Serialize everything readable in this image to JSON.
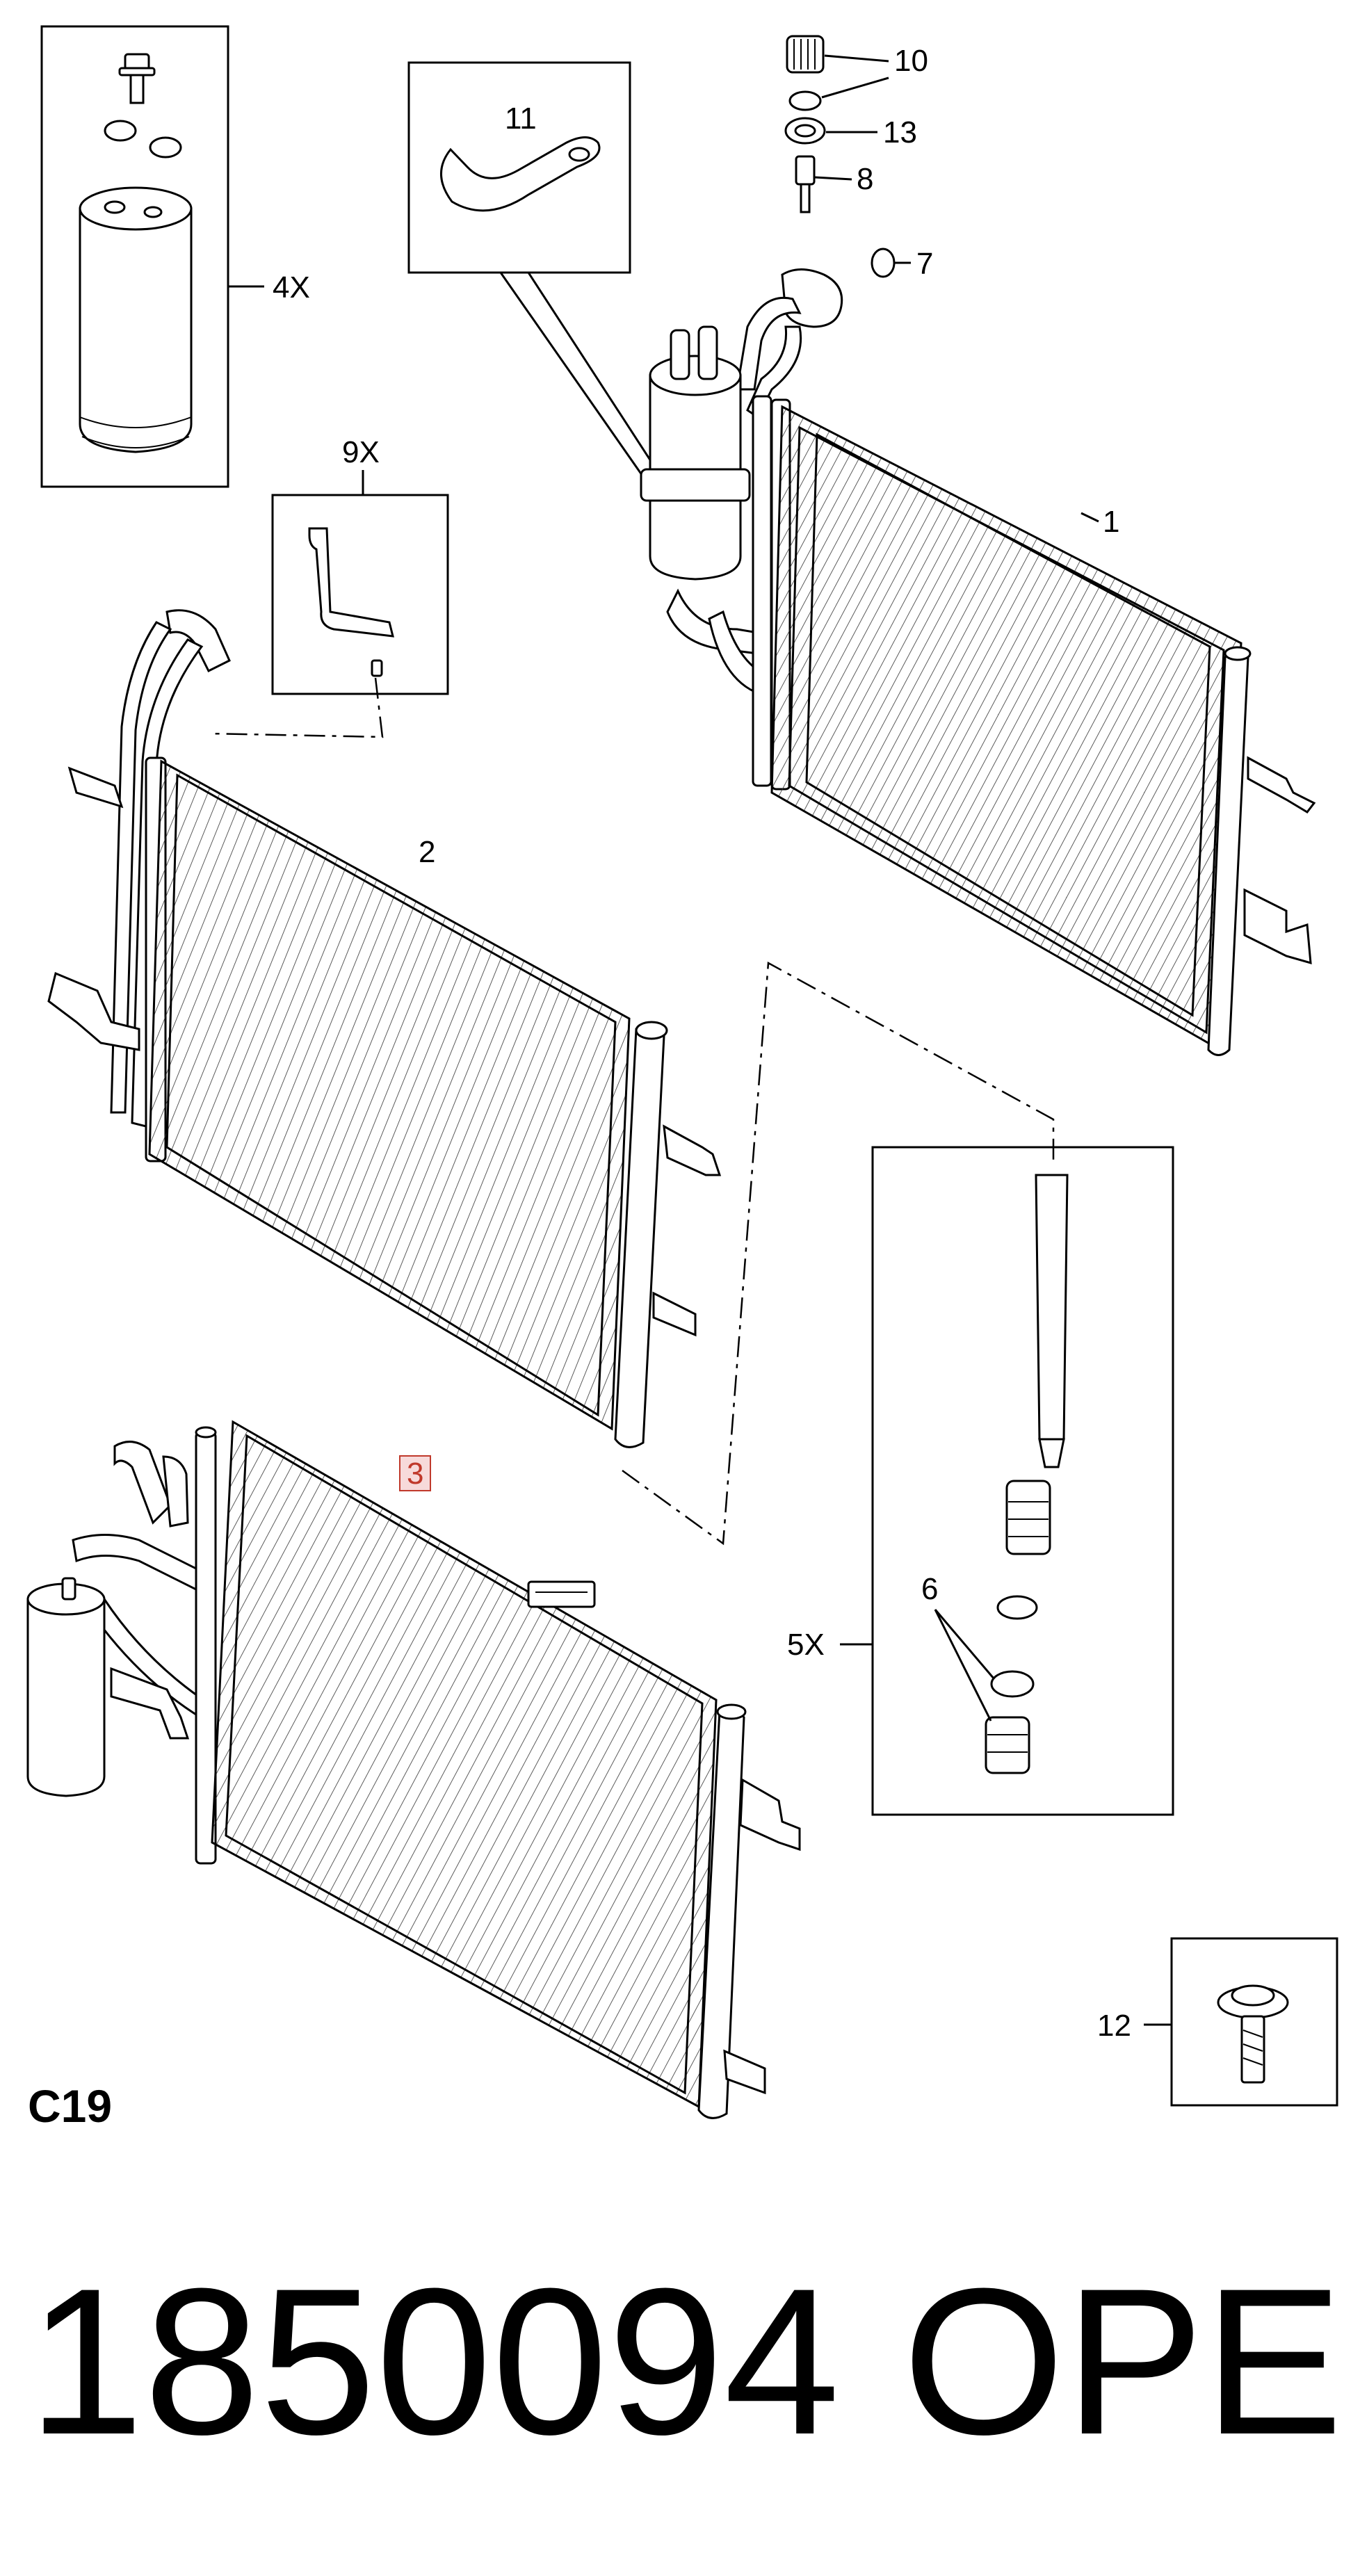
{
  "callouts": {
    "c1": "1",
    "c2": "2",
    "c3": "3",
    "c4": "4X",
    "c5": "5X",
    "c6": "6",
    "c7": "7",
    "c8": "8",
    "c9": "9X",
    "c10": "10",
    "c11": "11",
    "c12": "12",
    "c13": "13"
  },
  "section_code": "C19",
  "part_number": "1850094",
  "brand": "OPEL",
  "colors": {
    "line": "#000000",
    "background": "#ffffff",
    "highlight": "#c0392b"
  }
}
